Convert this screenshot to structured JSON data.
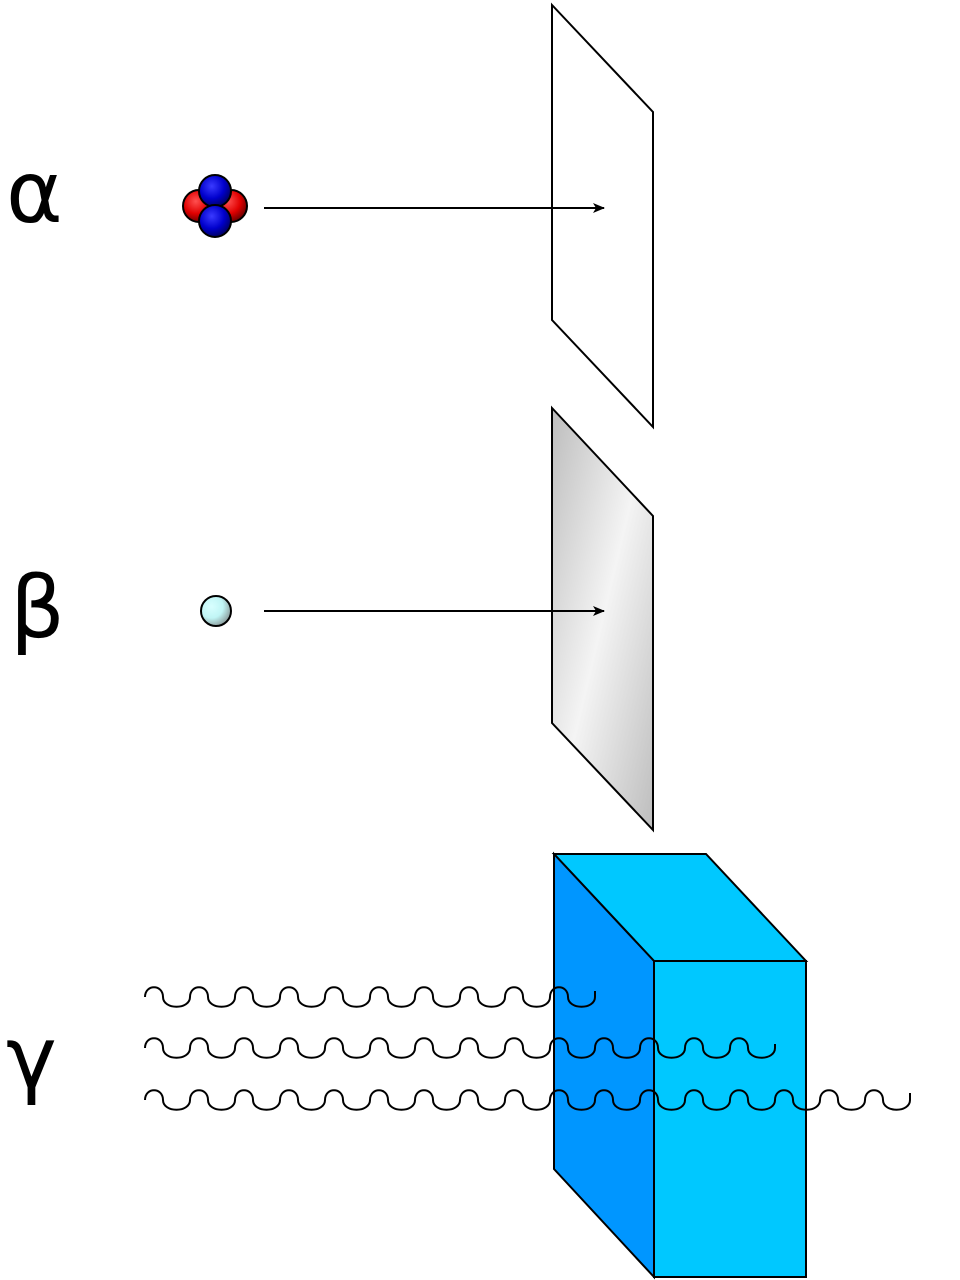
{
  "labels": {
    "alpha": "α",
    "beta": "β",
    "gamma": "γ"
  },
  "rows": [
    {
      "id": "alpha",
      "particle": "helium nucleus (2 protons, 2 neutrons)",
      "barrier": "paper sheet (white)",
      "stopped": true
    },
    {
      "id": "beta",
      "particle": "electron",
      "barrier": "metal sheet (gray gradient)",
      "stopped": true
    },
    {
      "id": "gamma",
      "particle": "gamma rays (3 waves)",
      "barrier": "thick block (blue)",
      "stopped": false
    }
  ],
  "colors": {
    "proton": "#e00000",
    "neutron": "#0000cc",
    "electron": "#c8ffff",
    "metal_light": "#f4f4f4",
    "metal_dark": "#bdbdbd",
    "block_side": "#0096ff",
    "block_front": "#00c8ff",
    "stroke": "#000000"
  }
}
